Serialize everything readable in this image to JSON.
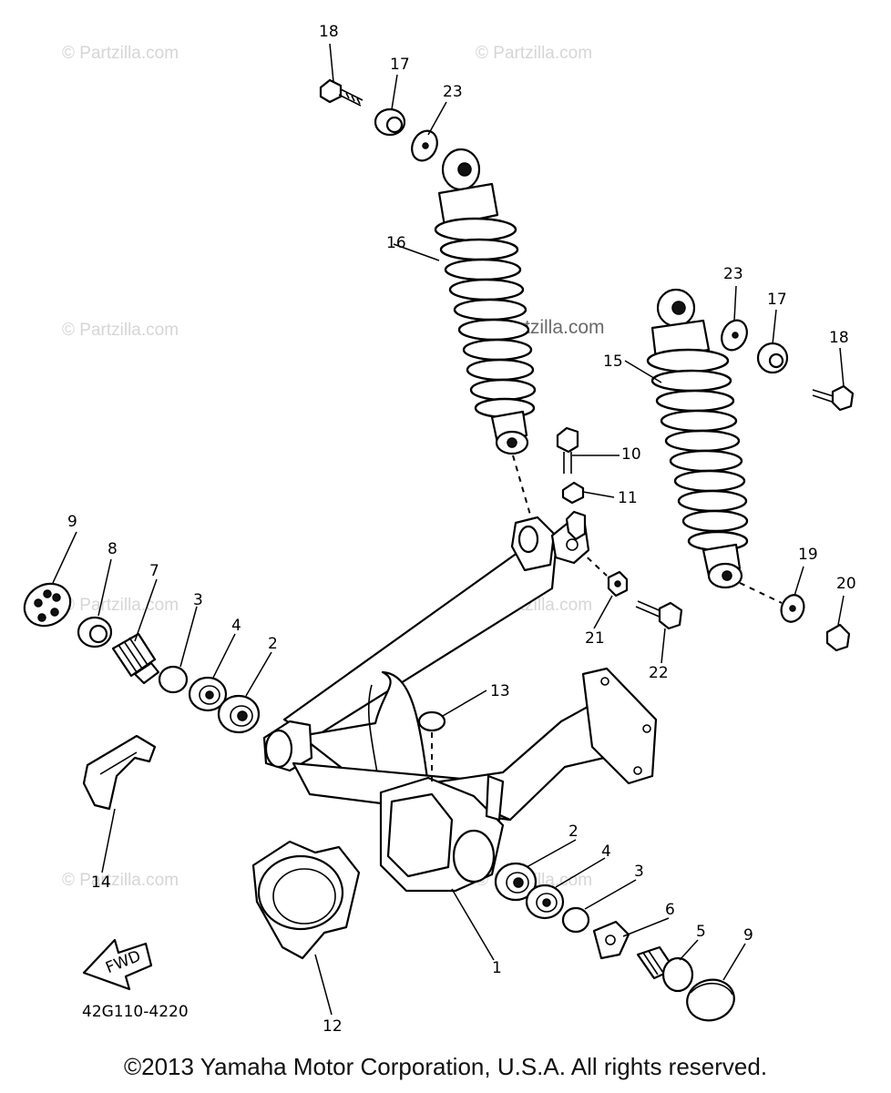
{
  "watermark": "© Partzilla.com",
  "diagram_code": "42G110-4220",
  "fwd_label": "FWD",
  "copyright": "©2013 Yamaha Motor Corporation, U.S.A. All rights reserved.",
  "callouts": {
    "c1": "1",
    "c2a": "2",
    "c2b": "2",
    "c3a": "3",
    "c3b": "3",
    "c4a": "4",
    "c4b": "4",
    "c5": "5",
    "c6": "6",
    "c7": "7",
    "c8": "8",
    "c9a": "9",
    "c9b": "9",
    "c10": "10",
    "c11": "11",
    "c12": "12",
    "c13": "13",
    "c14": "14",
    "c15": "15",
    "c16": "16",
    "c17a": "17",
    "c17b": "17",
    "c18a": "18",
    "c18b": "18",
    "c19": "19",
    "c20": "20",
    "c21": "21",
    "c22": "22",
    "c23a": "23",
    "c23b": "23"
  }
}
